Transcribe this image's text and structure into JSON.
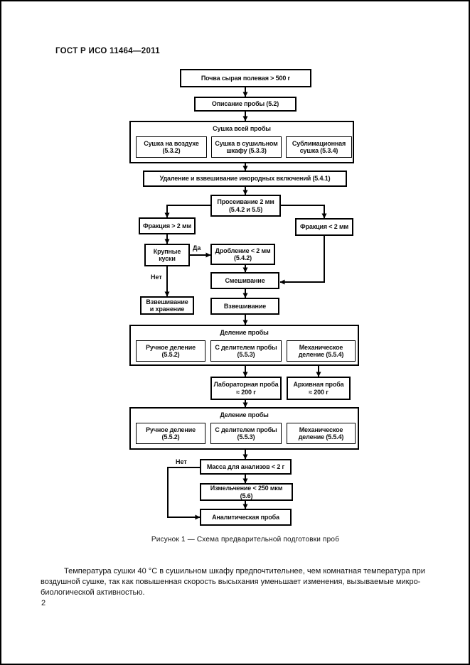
{
  "page": {
    "header_title": "ГОСТ Р ИСО 11464—2011",
    "page_number": "2",
    "note": "Температура сушки 40 °С в сушильном шкафу предпочтительнее, чем комнатная температура при\nвоздушной сушке, так как повышенная скорость высыхания уменьшает изменения, вызываемые микро-\nбиологической активностью."
  },
  "figure": {
    "caption": "Рисунок 1 — Схема предварительной подготовки проб"
  },
  "flowchart": {
    "nodes": {
      "soil": "Почва сырая полевая > 500 г",
      "describe": "Описание пробы (5.2)",
      "drying_group": "Сушка всей пробы",
      "dry_air": "Сушка на воздухе\n(5.3.2)",
      "dry_oven": "Сушка в сушильном\nшкафу (5.3.3)",
      "dry_sublimation": "Сублимационная\nсушка (5.3.4)",
      "remove_foreign": "Удаление и взвешивание инородных включений (5.4.1)",
      "sieve": "Просеивание 2 мм\n(5.4.2 и 5.5)",
      "fraction_gt2": "Фракция > 2 мм",
      "fraction_lt2": "Фракция < 2 мм",
      "large_lumps": "Крупные\nкуски",
      "crush": "Дробление < 2 мм\n(5.4.2)",
      "mixing": "Смешивание",
      "weigh_store": "Взвешивание\nи хранение",
      "weighing": "Взвешивание",
      "division_group": "Деление пробы",
      "manual_division": "Ручное деление\n(5.5.2)",
      "sample_divider": "С делителем пробы\n(5.5.3)",
      "mechanical_division": "Механическое\nделение (5.5.4)",
      "lab_sample": "Лабораторная проба\n≈ 200 г",
      "archive_sample": "Архивная проба\n≈ 200 г",
      "mass_for_analysis": "Масса для анализов < 2 г",
      "grinding": "Измельчение < 250 мкм\n(5.6)",
      "analytical_sample": "Аналитическая проба"
    },
    "edge_labels": {
      "yes": "Да",
      "no_lumps": "Нет",
      "no_mass": "Нет"
    }
  }
}
